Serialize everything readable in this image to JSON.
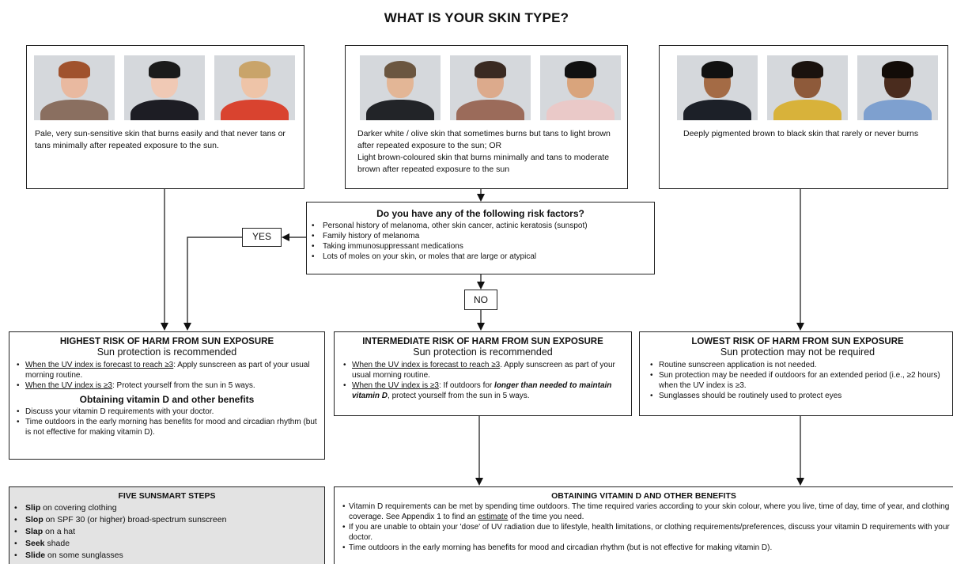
{
  "title": "WHAT IS YOUR SKIN TYPE?",
  "skin_types": [
    {
      "description": "Pale, very sun-sensitive skin that burns easily and that never tans or tans minimally after repeated exposure to the sun.",
      "photos": [
        {
          "skin": "#e9b9a0",
          "hair": "#a0522d",
          "body": "#8a6f60"
        },
        {
          "skin": "#f0c9b5",
          "hair": "#1b1b1b",
          "body": "#1d1d24"
        },
        {
          "skin": "#eec4a8",
          "hair": "#c9a46a",
          "body": "#d9432f"
        }
      ]
    },
    {
      "description_lines": [
        "Darker white / olive skin that sometimes burns but tans to light brown after repeated exposure to the sun; OR",
        "Light brown-coloured skin that burns minimally and tans to moderate brown after repeated exposure to the sun"
      ],
      "photos": [
        {
          "skin": "#e3b696",
          "hair": "#6b5640",
          "body": "#222428"
        },
        {
          "skin": "#dcaa8c",
          "hair": "#3a2a22",
          "body": "#9b6b5a"
        },
        {
          "skin": "#d9a47c",
          "hair": "#111111",
          "body": "#eac9c8"
        }
      ]
    },
    {
      "description": "Deeply pigmented brown to black skin that rarely or never burns",
      "photos": [
        {
          "skin": "#a46b45",
          "hair": "#111111",
          "body": "#1c2028"
        },
        {
          "skin": "#8e5a3a",
          "hair": "#1a120e",
          "body": "#d8b23a"
        },
        {
          "skin": "#4a2c1e",
          "hair": "#120c08",
          "body": "#7ea0cf"
        }
      ]
    }
  ],
  "risk_factors": {
    "question": "Do you have any of the following risk factors?",
    "items": [
      "Personal history of melanoma, other skin cancer, actinic keratosis (sunspot)",
      "Family history of melanoma",
      "Taking immunosuppressant medications",
      "Lots of moles on your skin, or moles that are large or atypical"
    ],
    "yes_label": "YES",
    "no_label": "NO"
  },
  "highest_risk": {
    "heading": "HIGHEST RISK OF HARM FROM SUN EXPOSURE",
    "subheading": "Sun protection is recommended",
    "item1_u": "When the UV index is forecast to reach ≥3",
    "item1_rest": ": Apply sunscreen as part of your usual morning routine.",
    "item2_u": "When the UV index is ≥3",
    "item2_rest": ": Protect yourself from the sun in 5 ways.",
    "vitd_heading": "Obtaining vitamin D and other benefits",
    "vitd_items": [
      "Discuss your vitamin D requirements with your doctor.",
      "Time outdoors in the early morning has benefits for mood and circadian rhythm (but is not effective for making vitamin D)."
    ]
  },
  "intermediate_risk": {
    "heading": "INTERMEDIATE RISK OF HARM FROM SUN EXPOSURE",
    "subheading": "Sun protection is recommended",
    "item1_u": "When the UV index is forecast to reach ≥3",
    "item1_rest": ". Apply sunscreen as part of your usual morning routine.",
    "item2_u": "When the UV index is ≥3",
    "item2_mid": ": If outdoors for ",
    "item2_bi": "longer than needed to maintain vitamin D",
    "item2_rest": ", protect yourself from the sun in 5 ways."
  },
  "lowest_risk": {
    "heading": "LOWEST RISK OF HARM FROM SUN EXPOSURE",
    "subheading": "Sun protection may not be required",
    "items": [
      "Routine sunscreen application is not needed.",
      "Sun protection may be needed if outdoors for an extended period (i.e., ≥2 hours) when the UV index is ≥3.",
      "Sunglasses should be routinely used to protect eyes"
    ]
  },
  "sunsmart": {
    "heading": "FIVE SUNSMART STEPS",
    "steps": [
      {
        "keyword": "Slip",
        "text": " on covering clothing"
      },
      {
        "keyword": "Slop",
        "text": " on SPF 30 (or higher) broad-spectrum sunscreen"
      },
      {
        "keyword": "Slap",
        "text": " on a hat"
      },
      {
        "keyword": "Seek",
        "text": " shade"
      },
      {
        "keyword": "Slide",
        "text": " on some sunglasses"
      }
    ]
  },
  "vitamin_d": {
    "heading": "OBTAINING VITAMIN D AND OTHER BENEFITS",
    "item1_a": "Vitamin D requirements can be met by spending time outdoors. The time required varies according to your skin colour, where you live, time of day, time of year, and clothing coverage. See Appendix 1 to find an ",
    "item1_u": "estimate",
    "item1_b": " of the time you need.",
    "item2": "If you are unable to obtain your 'dose' of UV radiation due to lifestyle, health limitations, or clothing requirements/preferences, discuss your vitamin D requirements with your doctor.",
    "item3": "Time outdoors in the early morning has benefits for mood and circadian rhythm (but is not effective for making vitamin D)."
  }
}
